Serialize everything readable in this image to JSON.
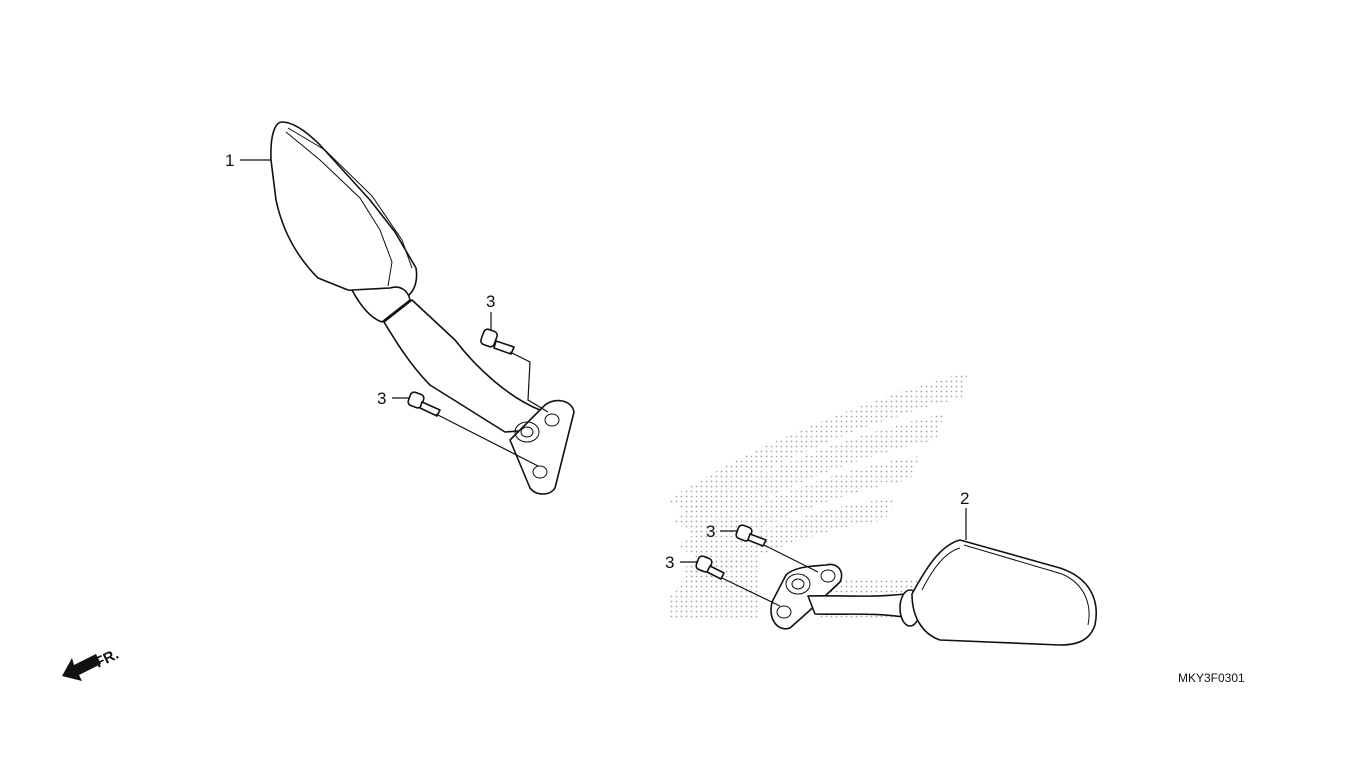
{
  "diagram": {
    "callouts": {
      "mirror_left": "1",
      "mirror_right": "2",
      "screw_left_upper": "3",
      "screw_left_lower": "3",
      "screw_right_upper": "3",
      "screw_right_lower": "3"
    },
    "front_indicator": "FR.",
    "diagram_code": "MKY3F0301"
  }
}
